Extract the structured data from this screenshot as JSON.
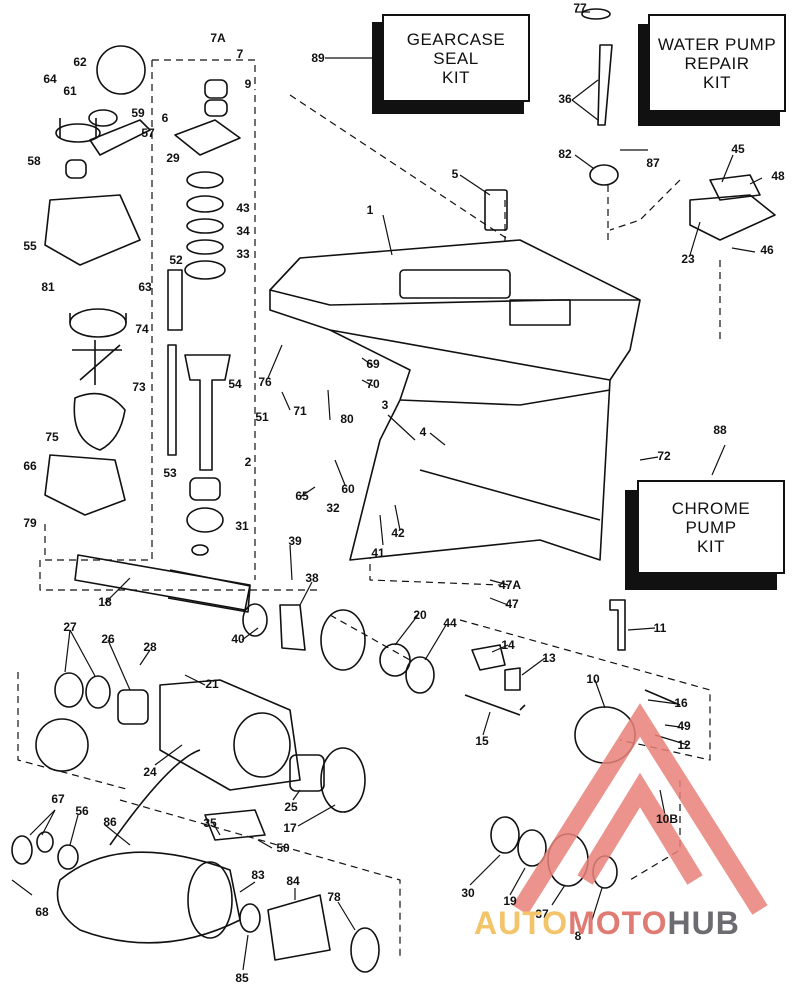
{
  "kits": [
    {
      "id": "89",
      "lines": [
        "GEARCASE",
        "SEAL",
        "KIT"
      ]
    },
    {
      "id": "87",
      "lines": [
        "WATER PUMP",
        "REPAIR",
        "KIT"
      ]
    },
    {
      "id": "88",
      "lines": [
        "CHROME",
        "PUMP",
        "KIT"
      ]
    }
  ],
  "callouts": [
    "7A",
    "7",
    "9",
    "64",
    "62",
    "61",
    "59",
    "57",
    "6",
    "58",
    "29",
    "43",
    "55",
    "34",
    "33",
    "52",
    "81",
    "63",
    "74",
    "54",
    "73",
    "51",
    "75",
    "66",
    "53",
    "2",
    "79",
    "31",
    "1",
    "5",
    "45",
    "48",
    "23",
    "46",
    "82",
    "36",
    "77",
    "76",
    "69",
    "70",
    "71",
    "80",
    "3",
    "4",
    "72",
    "88",
    "60",
    "65",
    "32",
    "42",
    "41",
    "47A",
    "47",
    "39",
    "38",
    "18",
    "40",
    "20",
    "44",
    "11",
    "14",
    "13",
    "27",
    "26",
    "28",
    "21",
    "10",
    "16",
    "49",
    "12",
    "15",
    "24",
    "25",
    "17",
    "35",
    "50",
    "10B",
    "67",
    "56",
    "86",
    "30",
    "19",
    "37",
    "8",
    "83",
    "84",
    "78",
    "68",
    "85",
    "89",
    "87"
  ],
  "watermark": {
    "part1": "AUTO",
    "part2": "MOTO",
    "part3": "HUB"
  }
}
